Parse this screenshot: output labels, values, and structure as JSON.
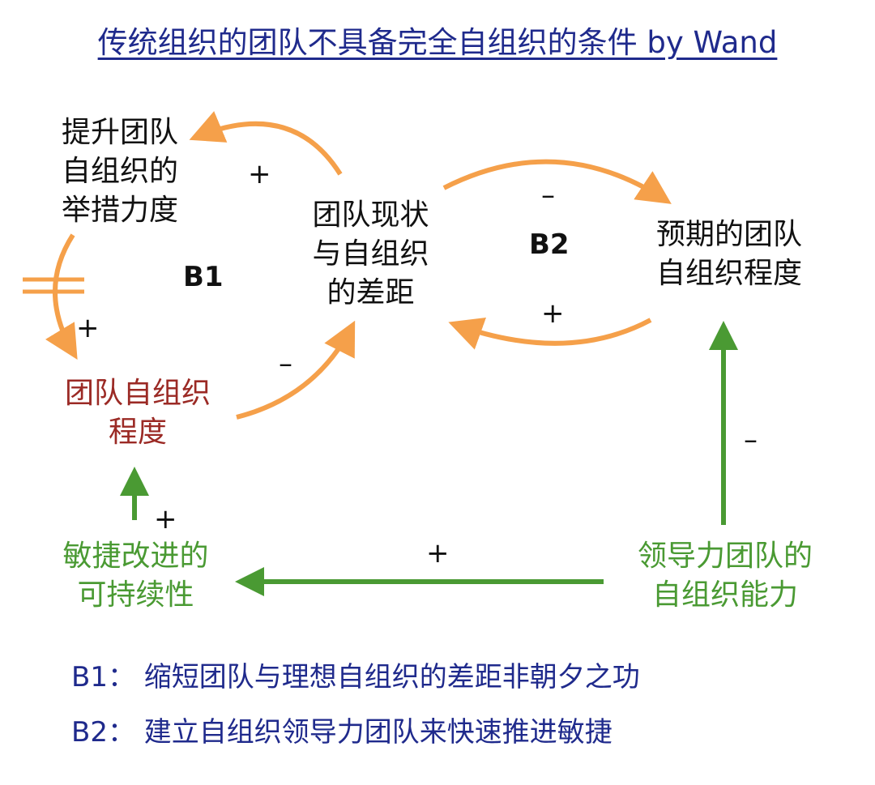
{
  "title": "传统组织的团队不具备完全自组织的条件 by Wand",
  "nodes": {
    "measures": "提升团队\n自组织的\n举措力度",
    "gap": "团队现状\n与自组织\n的差距",
    "expected": "预期的团队\n自组织程度",
    "team_level": "团队自组织\n程度",
    "agile": "敏捷改进的\n可持续性",
    "leadership": "领导力团队的\n自组织能力"
  },
  "loops": {
    "b1": "B1",
    "b2": "B2"
  },
  "signs": {
    "gap_to_measures": "+",
    "measures_to_team": "+",
    "team_to_gap": "–",
    "gap_to_expected": "–",
    "expected_to_gap": "+",
    "agile_to_team": "+",
    "leadership_to_agile": "+",
    "leadership_to_expected": "–"
  },
  "notes": {
    "b1": "B1：  缩短团队与理想自组织的差距非朝夕之功",
    "b2": "B2：  建立自组织领导力团队来快速推进敏捷"
  },
  "colors": {
    "orange": "#f5a04a",
    "green": "#4a9a33",
    "title": "#1f2a8c",
    "red": "#9b2a25"
  }
}
